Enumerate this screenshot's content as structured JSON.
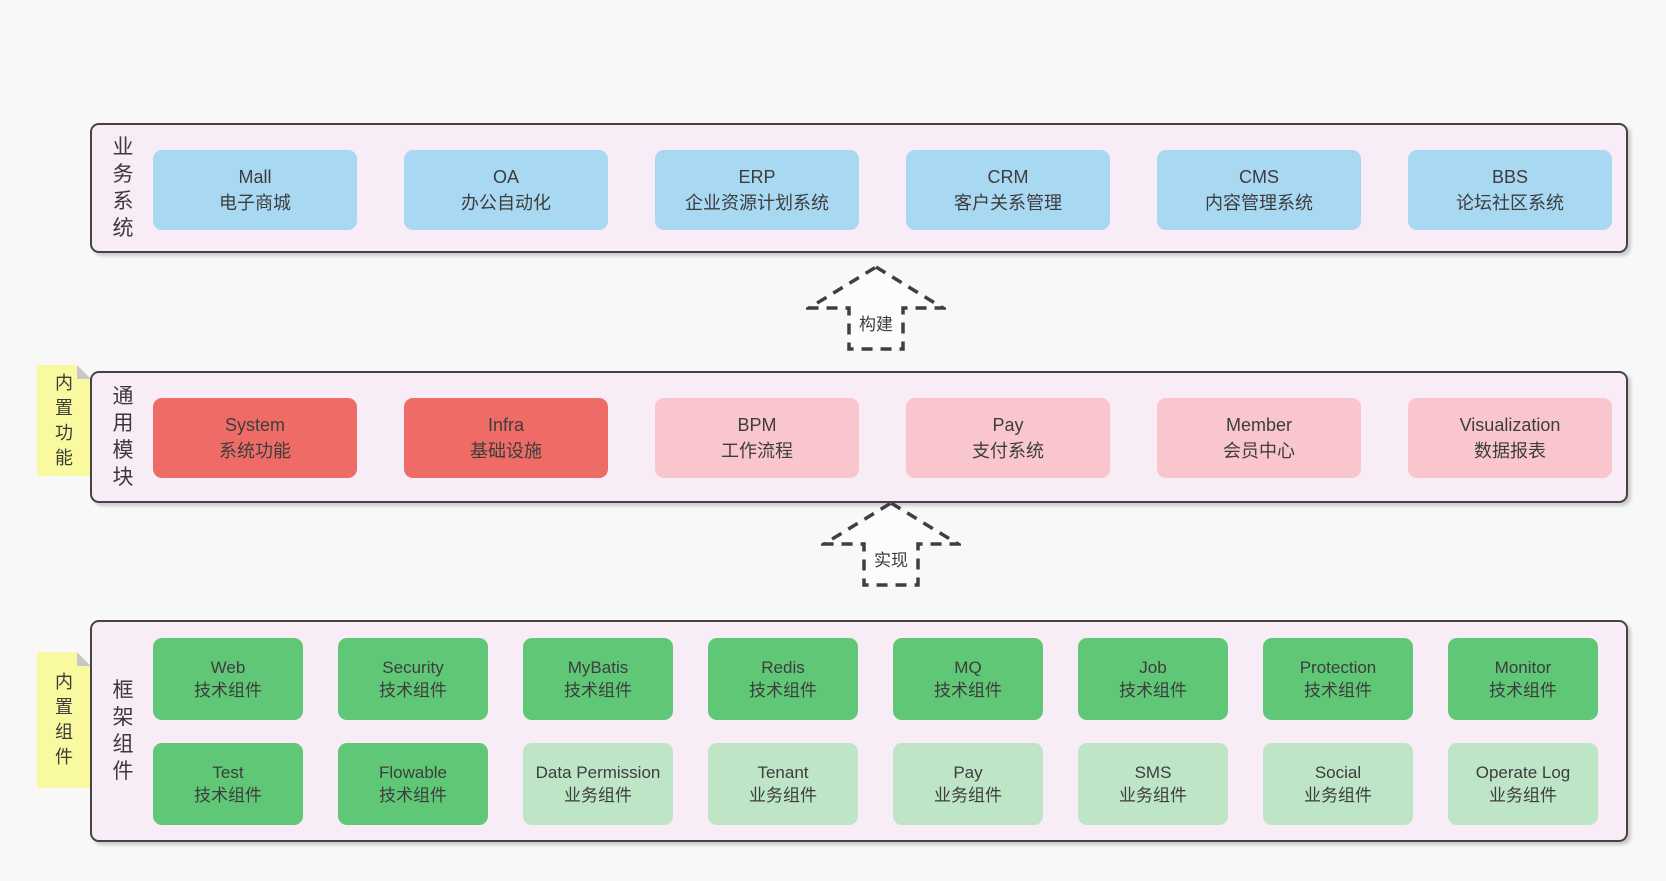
{
  "diagram": {
    "type": "layered-architecture-diagram",
    "colors": {
      "page": "#f8f8f8",
      "panel": "#f8edf7",
      "border": "#474246",
      "blue": "#a9d8f3",
      "red": "#ee6b66",
      "pink": "#f9c6cd",
      "green": "#5fc776",
      "lightgreen": "#bde5c6",
      "note": "#f9f9a0",
      "fold": "#c6c6c6",
      "text": "#3d3d3d",
      "arrow_stroke": "#413d40"
    },
    "arrows": [
      {
        "label": "构建"
      },
      {
        "label": "实现"
      }
    ],
    "sections": [
      {
        "label": "业务系统",
        "note": "",
        "rows": [
          [
            {
              "name": "Mall",
              "desc": "电子商城",
              "variant": "blue"
            },
            {
              "name": "OA",
              "desc": "办公自动化",
              "variant": "blue"
            },
            {
              "name": "ERP",
              "desc": "企业资源计划系统",
              "variant": "blue"
            },
            {
              "name": "CRM",
              "desc": "客户关系管理",
              "variant": "blue"
            },
            {
              "name": "CMS",
              "desc": "内容管理系统",
              "variant": "blue"
            },
            {
              "name": "BBS",
              "desc": "论坛社区系统",
              "variant": "blue"
            }
          ]
        ]
      },
      {
        "label": "通用模块",
        "note": "内置功能",
        "rows": [
          [
            {
              "name": "System",
              "desc": "系统功能",
              "variant": "red"
            },
            {
              "name": "Infra",
              "desc": "基础设施",
              "variant": "red"
            },
            {
              "name": "BPM",
              "desc": "工作流程",
              "variant": "pink"
            },
            {
              "name": "Pay",
              "desc": "支付系统",
              "variant": "pink"
            },
            {
              "name": "Member",
              "desc": "会员中心",
              "variant": "pink"
            },
            {
              "name": "Visualization",
              "desc": "数据报表",
              "variant": "pink"
            }
          ]
        ]
      },
      {
        "label": "框架组件",
        "note": "内置组件",
        "rows": [
          [
            {
              "name": "Web",
              "desc": "技术组件",
              "variant": "green"
            },
            {
              "name": "Security",
              "desc": "技术组件",
              "variant": "green"
            },
            {
              "name": "MyBatis",
              "desc": "技术组件",
              "variant": "green"
            },
            {
              "name": "Redis",
              "desc": "技术组件",
              "variant": "green"
            },
            {
              "name": "MQ",
              "desc": "技术组件",
              "variant": "green"
            },
            {
              "name": "Job",
              "desc": "技术组件",
              "variant": "green"
            },
            {
              "name": "Protection",
              "desc": "技术组件",
              "variant": "green"
            },
            {
              "name": "Monitor",
              "desc": "技术组件",
              "variant": "green"
            }
          ],
          [
            {
              "name": "Test",
              "desc": "技术组件",
              "variant": "green"
            },
            {
              "name": "Flowable",
              "desc": "技术组件",
              "variant": "green"
            },
            {
              "name": "Data Permission",
              "desc": "业务组件",
              "variant": "lightgreen"
            },
            {
              "name": "Tenant",
              "desc": "业务组件",
              "variant": "lightgreen"
            },
            {
              "name": "Pay",
              "desc": "业务组件",
              "variant": "lightgreen"
            },
            {
              "name": "SMS",
              "desc": "业务组件",
              "variant": "lightgreen"
            },
            {
              "name": "Social",
              "desc": "业务组件",
              "variant": "lightgreen"
            },
            {
              "name": "Operate Log",
              "desc": "业务组件",
              "variant": "lightgreen"
            }
          ]
        ]
      }
    ]
  }
}
